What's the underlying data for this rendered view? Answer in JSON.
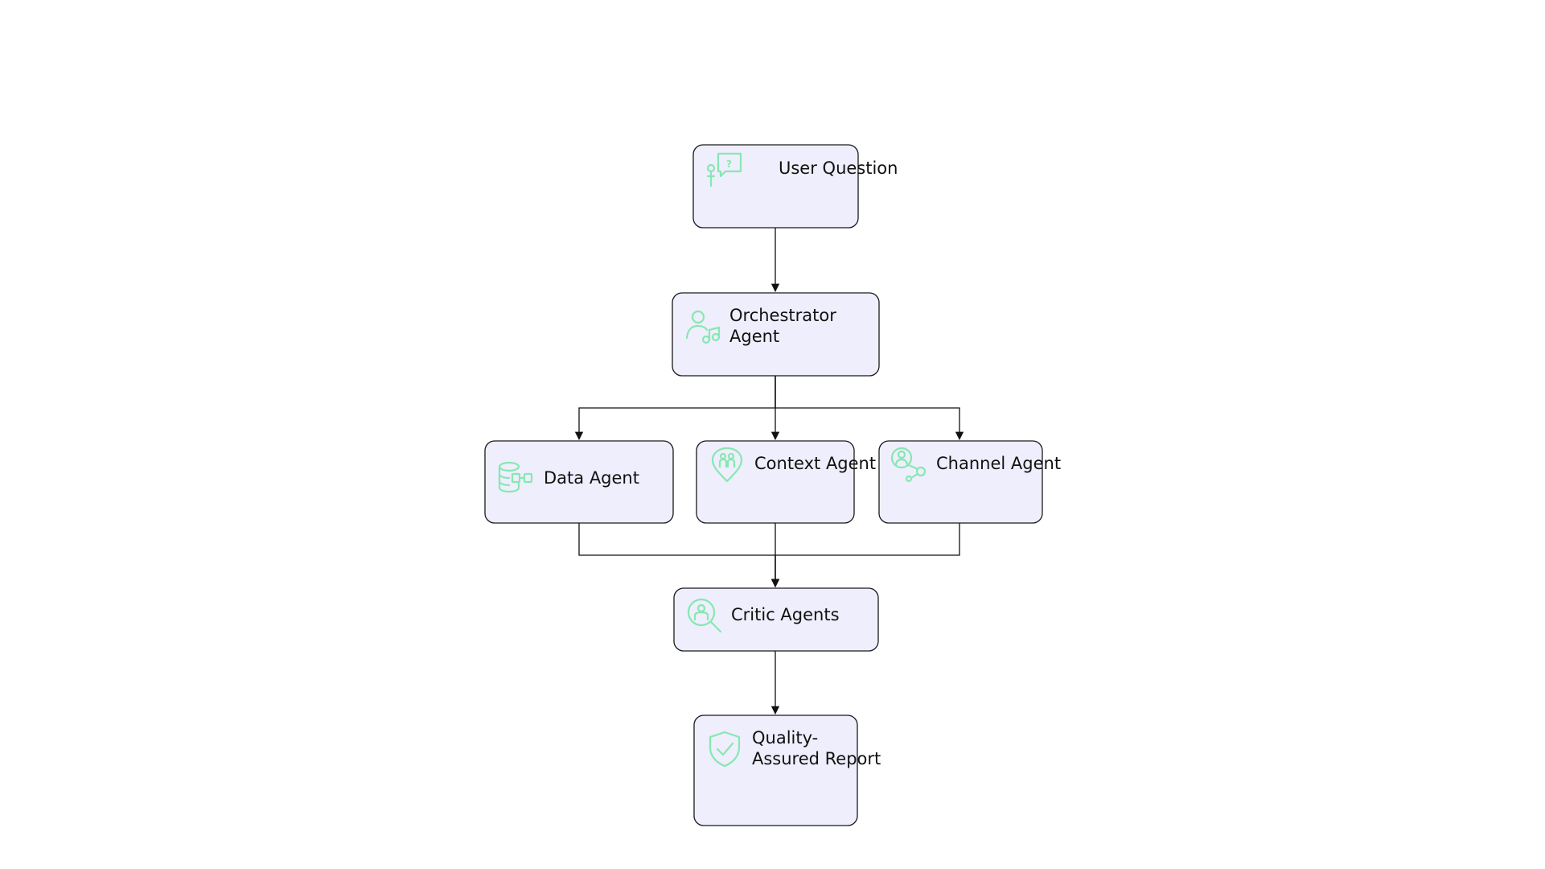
{
  "diagram": {
    "type": "flowchart",
    "colors": {
      "node_fill": "#eeeefc",
      "node_stroke": "#1a1a1a",
      "icon": "#86e8b1",
      "edge": "#111111",
      "background": "#ffffff"
    },
    "nodes": {
      "user_question": {
        "lines": [
          "User Question"
        ],
        "icon": "person-question-icon"
      },
      "orchestrator": {
        "lines": [
          "Orchestrator",
          "Agent"
        ],
        "icon": "person-music-icon"
      },
      "data_agent": {
        "lines": [
          "Data Agent"
        ],
        "icon": "database-icon"
      },
      "context_agent": {
        "lines": [
          "Context Agent"
        ],
        "icon": "location-people-icon"
      },
      "channel_agent": {
        "lines": [
          "Channel Agent"
        ],
        "icon": "person-network-icon"
      },
      "critic_agents": {
        "lines": [
          "Critic Agents"
        ],
        "icon": "search-person-icon"
      },
      "quality_report": {
        "lines": [
          "Quality-",
          "Assured Report"
        ],
        "icon": "shield-check-icon"
      }
    },
    "edges": [
      {
        "from": "user_question",
        "to": "orchestrator"
      },
      {
        "from": "orchestrator",
        "to": "data_agent"
      },
      {
        "from": "orchestrator",
        "to": "context_agent"
      },
      {
        "from": "orchestrator",
        "to": "channel_agent"
      },
      {
        "from": "data_agent",
        "to": "critic_agents"
      },
      {
        "from": "context_agent",
        "to": "critic_agents"
      },
      {
        "from": "channel_agent",
        "to": "critic_agents"
      },
      {
        "from": "critic_agents",
        "to": "quality_report"
      }
    ]
  }
}
